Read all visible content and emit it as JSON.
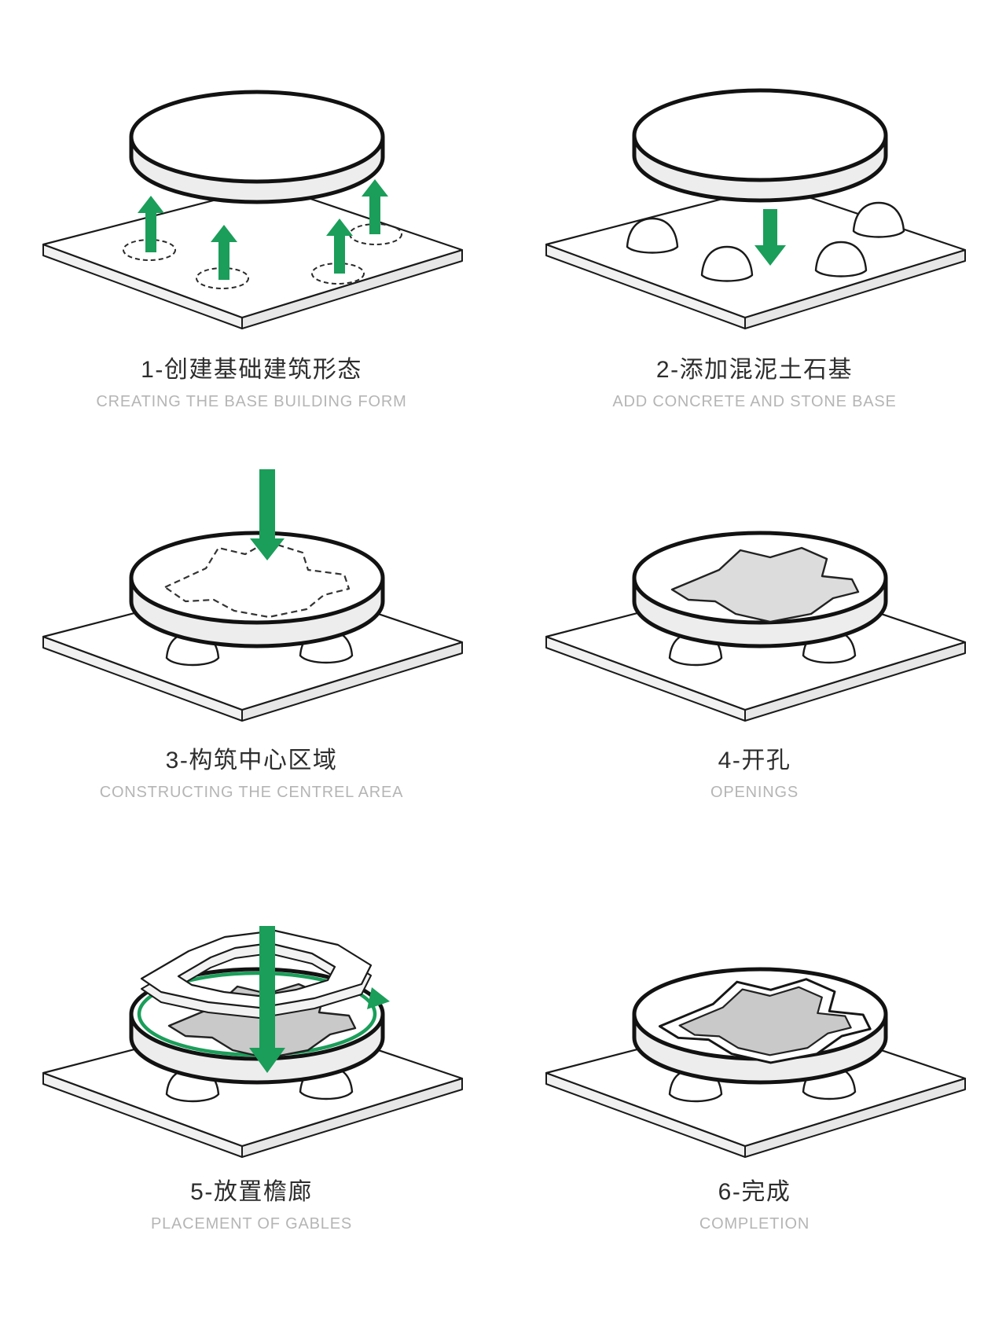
{
  "page": {
    "background": "#ffffff"
  },
  "colors": {
    "accent_green": "#1a9e59",
    "outline_black": "#1a1a1a",
    "disc_side_gray": "#ededed",
    "courtyard_gray": "#dcdcdc",
    "title_color": "#2d2d2d",
    "subtitle_gray": "#b5b5b5"
  },
  "steps": [
    {
      "title_zh": "1-创建基础建筑形态",
      "title_en": "CREATING THE BASE BUILDING FORM",
      "illustration": "disc-floating-above-plate-with-four-up-arrows-from-dashed-footings"
    },
    {
      "title_zh": "2-添加混泥土石基",
      "title_en": "ADD CONCRETE AND STONE BASE",
      "illustration": "disc-descending-with-down-arrow-onto-four-stone-footings"
    },
    {
      "title_zh": "3-构筑中心区域",
      "title_en": "CONSTRUCTING THE CENTREL AREA",
      "illustration": "disc-on-footings-with-dashed-central-footprint-and-down-arrow"
    },
    {
      "title_zh": "4-开孔",
      "title_en": "OPENINGS",
      "illustration": "disc-with-gray-courtyard-opening"
    },
    {
      "title_zh": "5-放置檐廊",
      "title_en": "PLACEMENT OF GABLES",
      "illustration": "gable-ring-descending-with-rotation-ellipse-and-down-arrow"
    },
    {
      "title_zh": "6-完成",
      "title_en": "COMPLETION",
      "illustration": "completed-disc-with-rimmed-courtyard"
    }
  ]
}
